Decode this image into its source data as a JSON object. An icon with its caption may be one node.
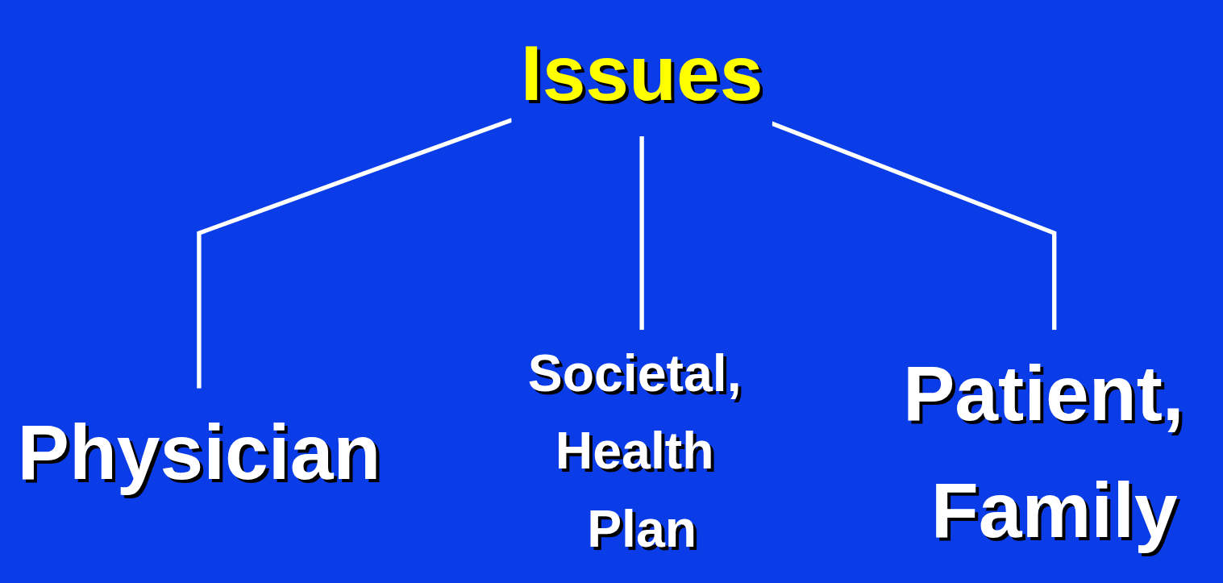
{
  "diagram": {
    "nodes": [
      {
        "text": [
          "Issues"
        ]
      },
      {
        "text": [
          "Physician"
        ]
      },
      {
        "text": [
          "Patient, Family"
        ]
      },
      {
        "text": [
          "Societal, Health Plan"
        ]
      }
    ],
    "edges": [
      {
        "from": 0,
        "to": 1,
        "arrow": "none"
      },
      {
        "from": 0,
        "to": 3,
        "arrow": "none"
      },
      {
        "from": 0,
        "to": 2,
        "arrow": "none"
      }
    ]
  }
}
